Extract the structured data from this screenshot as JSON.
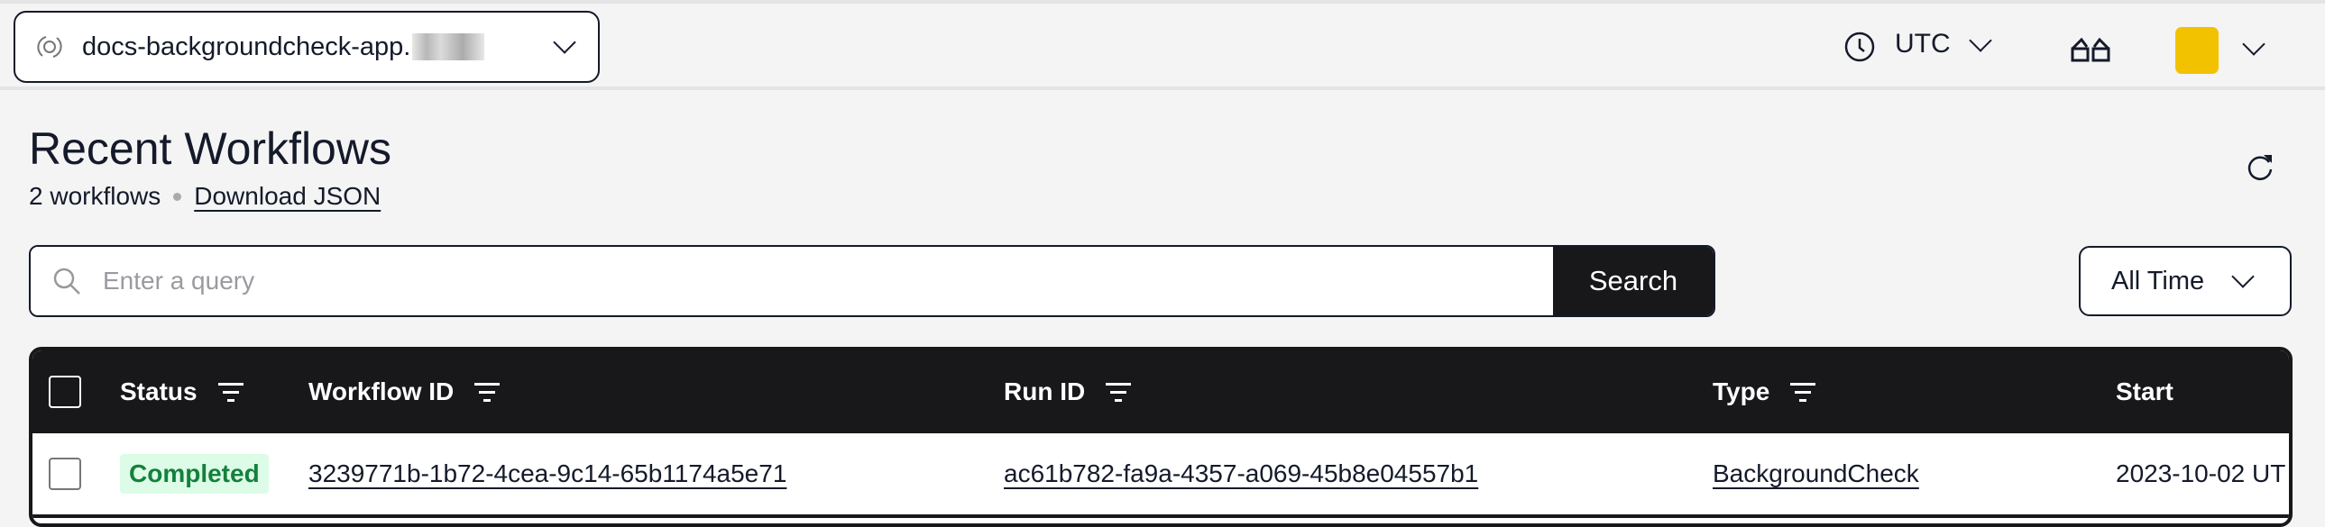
{
  "header": {
    "namespace": "docs-backgroundcheck-app.",
    "timezone": "UTC",
    "avatar_color": "#f2c200"
  },
  "page": {
    "title": "Recent Workflows",
    "count": "2 workflows",
    "download": "Download JSON"
  },
  "search": {
    "placeholder": "Enter a query",
    "button": "Search"
  },
  "time_filter": {
    "value": "All Time"
  },
  "table": {
    "columns": [
      "Status",
      "Workflow ID",
      "Run ID",
      "Type",
      "Start"
    ],
    "rows": [
      {
        "status": "Completed",
        "workflow_id": "3239771b-1b72-4cea-9c14-65b1174a5e71",
        "run_id": "ac61b782-fa9a-4357-a069-45b8e04557b1",
        "type": "BackgroundCheck",
        "start": "2023-10-02 UT"
      }
    ]
  },
  "colors": {
    "status_completed_bg": "#dcfce7",
    "status_completed_text": "#15803d",
    "header_bg": "#18181b"
  }
}
